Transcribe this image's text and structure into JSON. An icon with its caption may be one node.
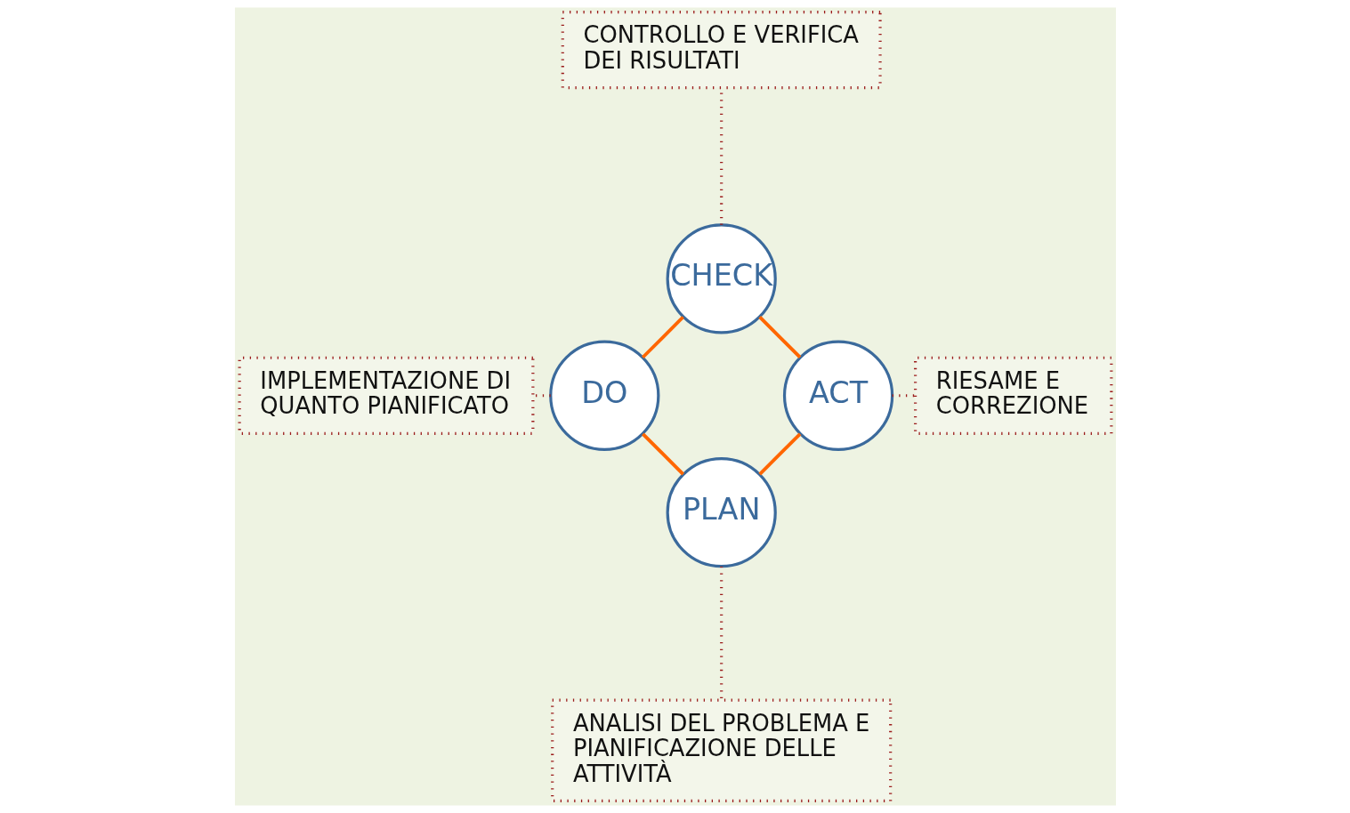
{
  "diagram": {
    "nodes": [
      {
        "text": [
          "PLAN"
        ]
      },
      {
        "text": [
          "DO"
        ]
      },
      {
        "text": [
          "CHECK"
        ]
      },
      {
        "text": [
          "ACT"
        ]
      },
      {
        "text": [
          "ANALISI DEL PROBLEMA E PIANIFICAZIONE DELLE ATTIVITÀ"
        ]
      },
      {
        "text": [
          "IMPLEMENTAZIONE DI QUANTO PIANIFICATO"
        ]
      },
      {
        "text": [
          "CONTROLLO E VERIFICA DEI RISULTATI"
        ]
      },
      {
        "text": [
          "RIESAME E CORREZIONE"
        ]
      }
    ],
    "edges": [
      {
        "from": 0,
        "to": 1,
        "arrow": "none",
        "color": "#ff6600"
      },
      {
        "from": 1,
        "to": 2,
        "arrow": "none",
        "color": "#ff6600"
      },
      {
        "from": 2,
        "to": 3,
        "arrow": "none",
        "color": "#ff6600"
      },
      {
        "from": 3,
        "to": 0,
        "arrow": "none",
        "color": "#ff6600"
      },
      {
        "from": 0,
        "to": 4,
        "arrow": "none",
        "style": "dashed",
        "color": "#9b1c1c"
      },
      {
        "from": 1,
        "to": 5,
        "arrow": "none",
        "style": "dashed",
        "color": "#9b1c1c"
      },
      {
        "from": 2,
        "to": 6,
        "arrow": "none",
        "style": "dashed",
        "color": "#9b1c1c"
      },
      {
        "from": 3,
        "to": 7,
        "arrow": "none",
        "style": "dashed",
        "color": "#9b1c1c"
      }
    ]
  }
}
